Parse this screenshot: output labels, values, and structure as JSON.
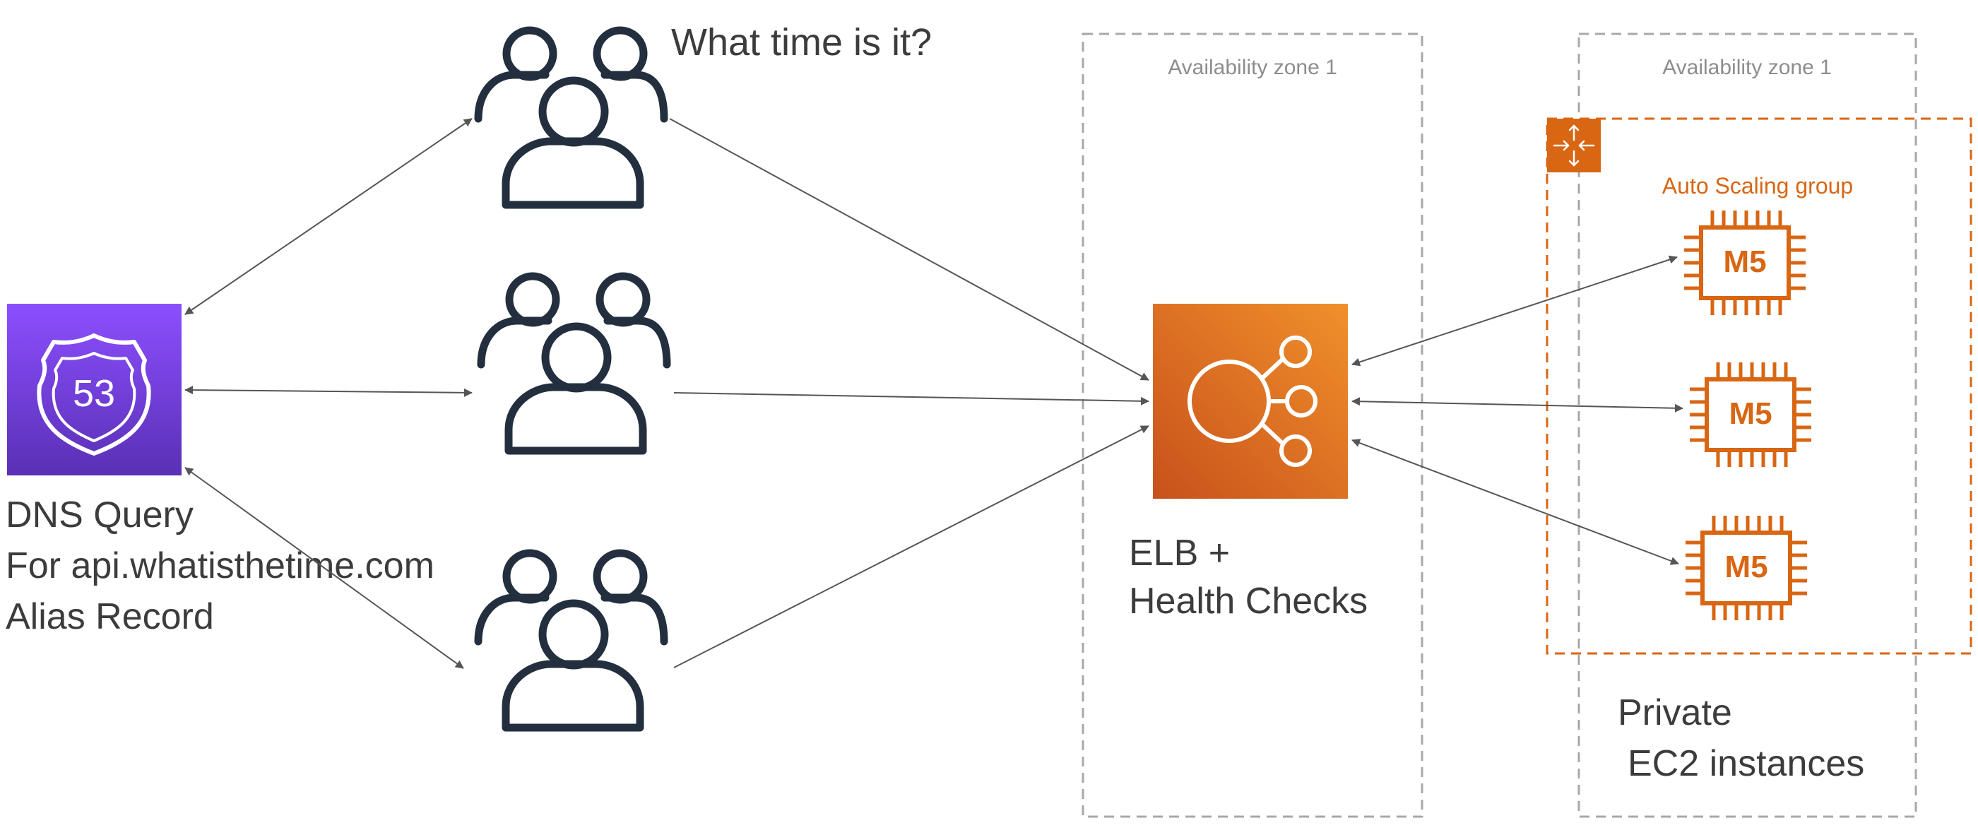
{
  "question": "What time is it?",
  "zones": [
    {
      "label": "Availability zone 1"
    },
    {
      "label": "Availability zone 1"
    }
  ],
  "route53": {
    "icon": "route53-shield-icon",
    "badge": "53",
    "color_top": "#8c4fff",
    "color_bottom": "#5a30b5",
    "caption_lines": [
      "DNS Query",
      "For api.whatisthetime.com",
      "Alias Record"
    ]
  },
  "elb": {
    "icon": "load-balancer-icon",
    "color_top": "#f0902b",
    "color_bottom": "#c8511b",
    "caption_lines": [
      "ELB +",
      "Health Checks"
    ]
  },
  "asg": {
    "label": "Auto Scaling group",
    "icon": "auto-scaling-icon",
    "color": "#d86613"
  },
  "instances": [
    {
      "label": "M5"
    },
    {
      "label": "M5"
    },
    {
      "label": "M5"
    }
  ],
  "private_caption": [
    "Private",
    "EC2 instances"
  ],
  "colors": {
    "users": "#232f3e",
    "arrows": "#555555",
    "zone_border": "#a8a8a8",
    "zone_text": "#8d8d8d",
    "orange": "#d86613",
    "text": "#3c3c3c"
  }
}
